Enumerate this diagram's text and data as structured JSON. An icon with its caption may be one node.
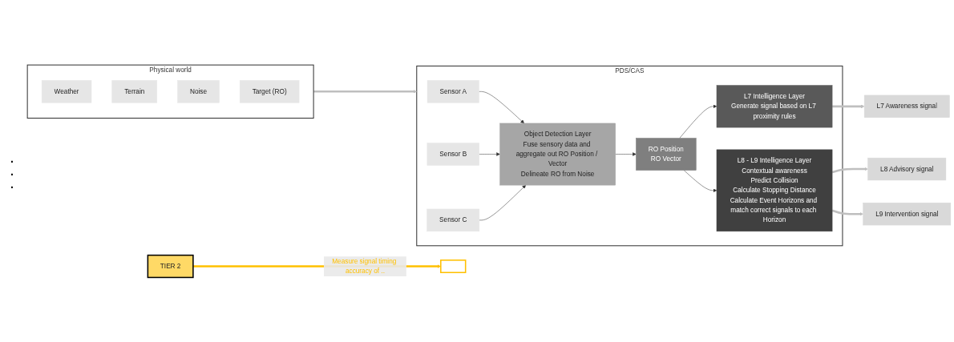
{
  "diagram": {
    "nodes": [
      {
        "text": [
          "Physical world"
        ]
      },
      {
        "text": [
          "Weather"
        ],
        "in": 0
      },
      {
        "text": [
          "Terrain"
        ],
        "in": 0
      },
      {
        "text": [
          "Noise"
        ],
        "in": 0
      },
      {
        "text": [
          "Target (RO)"
        ],
        "in": 0
      },
      {
        "text": [
          "PDS/CAS"
        ]
      },
      {
        "text": [
          "Sensor A"
        ],
        "in": 5
      },
      {
        "text": [
          "Sensor B"
        ],
        "in": 5
      },
      {
        "text": [
          "Sensor C"
        ],
        "in": 5
      },
      {
        "text": [
          "Object Detection Layer",
          "Fuse sensory data and aggregate out RO Position / Vector",
          "Delineate RO from Noise"
        ],
        "in": 5
      },
      {
        "text": [
          "RO Position",
          "RO Vector"
        ],
        "in": 5
      },
      {
        "text": [
          "L7 Intelligence Layer",
          "Generate signal based on L7 proximity rules"
        ],
        "in": 5
      },
      {
        "text": [
          "L8 - L9 Intelligence Layer",
          "Contextual awareness",
          "Predict Collision",
          "Calculate Stopping Distance",
          "Calculate Event Horizons and match correct signals to each Horizon"
        ],
        "in": 5
      },
      {
        "text": [
          "L7 Awareness signal"
        ]
      },
      {
        "text": [
          "L8 Advisory signal"
        ]
      },
      {
        "text": [
          "L9 Intervention signal"
        ]
      },
      {
        "text": [],
        "shape": "bracket"
      },
      {
        "text": [
          "TIER 2"
        ]
      }
    ],
    "edges": [
      {
        "from": 0,
        "to": 5,
        "arrow": "to",
        "style": "thick",
        "color": "#bfbfbf"
      },
      {
        "from": 6,
        "to": 9,
        "arrow": "to"
      },
      {
        "from": 7,
        "to": 9,
        "arrow": "to"
      },
      {
        "from": 8,
        "to": 9,
        "arrow": "to"
      },
      {
        "from": 9,
        "to": 10,
        "arrow": "to"
      },
      {
        "from": 10,
        "to": 11,
        "arrow": "to"
      },
      {
        "from": 10,
        "to": 12,
        "arrow": "to"
      },
      {
        "from": 11,
        "to": 13,
        "arrow": "to",
        "style": "thick",
        "color": "#bfbfbf"
      },
      {
        "from": 12,
        "to": 14,
        "arrow": "to",
        "style": "thick",
        "color": "#bfbfbf"
      },
      {
        "from": 12,
        "to": 15,
        "arrow": "to",
        "style": "thick",
        "color": "#bfbfbf"
      },
      {
        "from": 17,
        "to": 16,
        "arrow": "to",
        "label": "Measure signal timing accuracy of ..",
        "style": "thick",
        "color": "#ffc000"
      }
    ],
    "labels": [
      ".",
      ".",
      "."
    ]
  }
}
